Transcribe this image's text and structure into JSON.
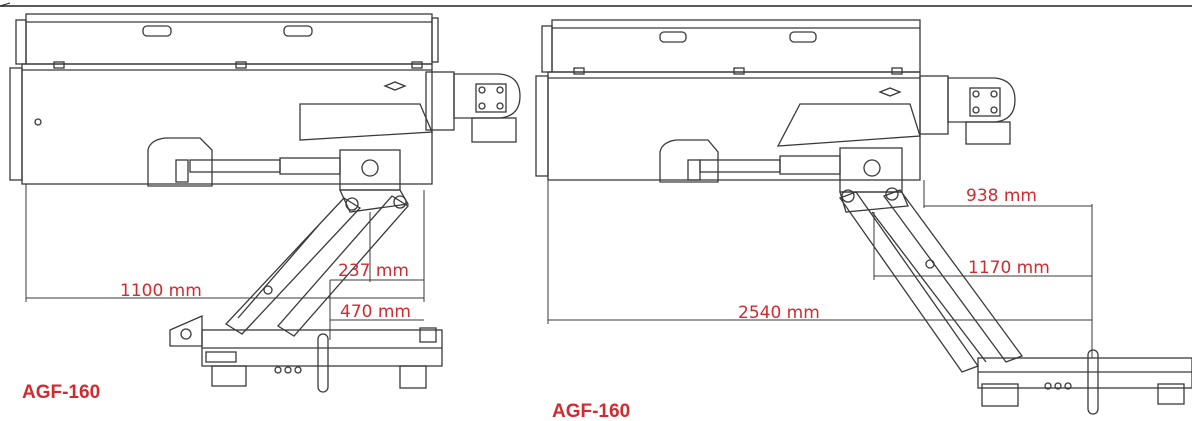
{
  "colors": {
    "line": "#3a3a3a",
    "dimension": "#d12a2f",
    "background": "#ffffff"
  },
  "diagram_left": {
    "model_label": "AGF-160",
    "dimensions": {
      "width_1100": "1100 mm",
      "offset_237": "237 mm",
      "offset_470": "470 mm"
    }
  },
  "diagram_right": {
    "model_label": "AGF-160",
    "dimensions": {
      "width_938": "938 mm",
      "offset_1170": "1170 mm",
      "width_2540": "2540 mm"
    }
  }
}
